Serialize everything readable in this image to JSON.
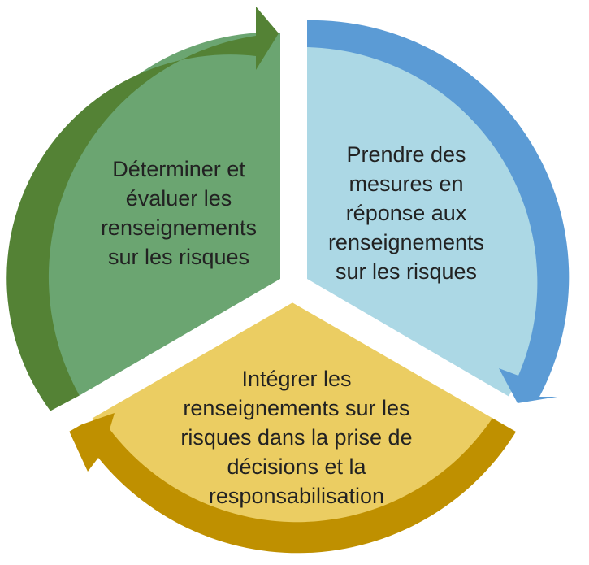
{
  "diagram": {
    "segments": [
      {
        "id": "assess",
        "lines": [
          "Déterminer et",
          "évaluer les",
          "renseignements",
          "sur les risques"
        ],
        "fill_color": "#6ba571",
        "arrow_color": "#548235"
      },
      {
        "id": "respond",
        "lines": [
          "Prendre des",
          "mesures en",
          "réponse aux",
          "renseignements",
          "sur les risques"
        ],
        "fill_color": "#acd8e5",
        "arrow_color": "#5b9bd5"
      },
      {
        "id": "integrate",
        "lines": [
          "Intégrer les",
          "renseignements sur les",
          "risques dans la prise de",
          "décisions et la",
          "responsabilisation"
        ],
        "fill_color": "#ebcd62",
        "arrow_color": "#bf9000"
      }
    ]
  }
}
